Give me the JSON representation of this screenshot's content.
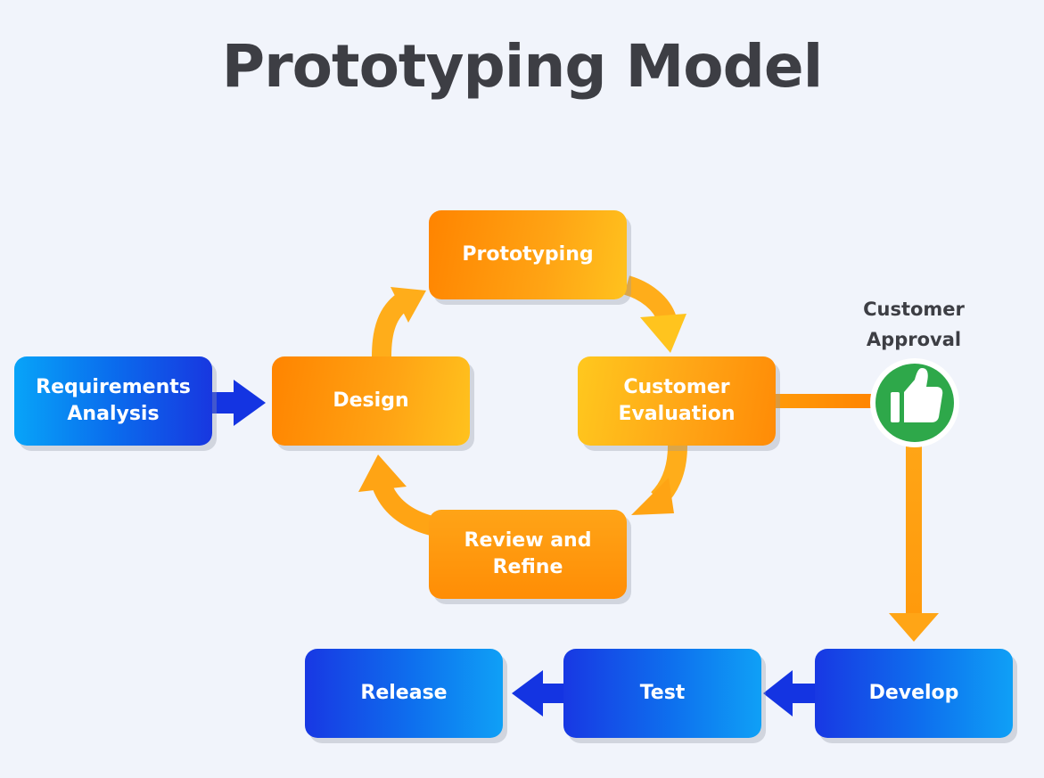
{
  "title": "Prototyping Model",
  "steps": {
    "requirements": [
      "Requirements",
      "Analysis"
    ],
    "design": [
      "Design"
    ],
    "prototyping": [
      "Prototyping"
    ],
    "evaluation": [
      "Customer",
      "Evaluation"
    ],
    "review": [
      "Review and",
      "Refine"
    ],
    "develop": [
      "Develop"
    ],
    "test": [
      "Test"
    ],
    "release": [
      "Release"
    ]
  },
  "approval": {
    "label": [
      "Customer",
      "Approval"
    ],
    "icon": "thumbs-up-icon"
  },
  "colors": {
    "title": "#3d3e44",
    "orange": "#ff8c00",
    "yellow": "#ffc21e",
    "blue": "#1a3ae2",
    "light_blue": "#08a4f8",
    "green": "#2ea84a"
  }
}
